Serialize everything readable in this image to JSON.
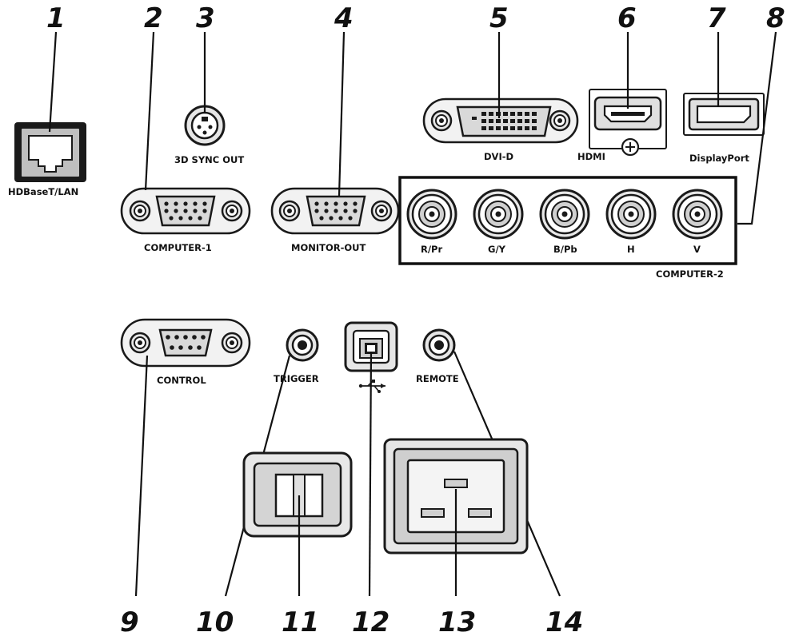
{
  "callouts": {
    "n1": "1",
    "n2": "2",
    "n3": "3",
    "n4": "4",
    "n5": "5",
    "n6": "6",
    "n7": "7",
    "n8": "8",
    "n9": "9",
    "n10": "10",
    "n11": "11",
    "n12": "12",
    "n13": "13",
    "n14": "14"
  },
  "labels": {
    "hdbaset_lan": "HDBaseT/LAN",
    "sync_3d_out": "3D SYNC OUT",
    "computer_1": "COMPUTER-1",
    "monitor_out": "MONITOR-OUT",
    "dvi_d": "DVI-D",
    "hdmi": "HDMI",
    "displayport": "DisplayPort",
    "computer_2": "COMPUTER-2",
    "r_pr": "R/Pr",
    "g_y": "G/Y",
    "b_pb": "B/Pb",
    "h": "H",
    "v": "V",
    "control": "CONTROL",
    "trigger": "TRIGGER",
    "remote": "REMOTE"
  },
  "icons": {
    "usb": "usb-icon"
  }
}
